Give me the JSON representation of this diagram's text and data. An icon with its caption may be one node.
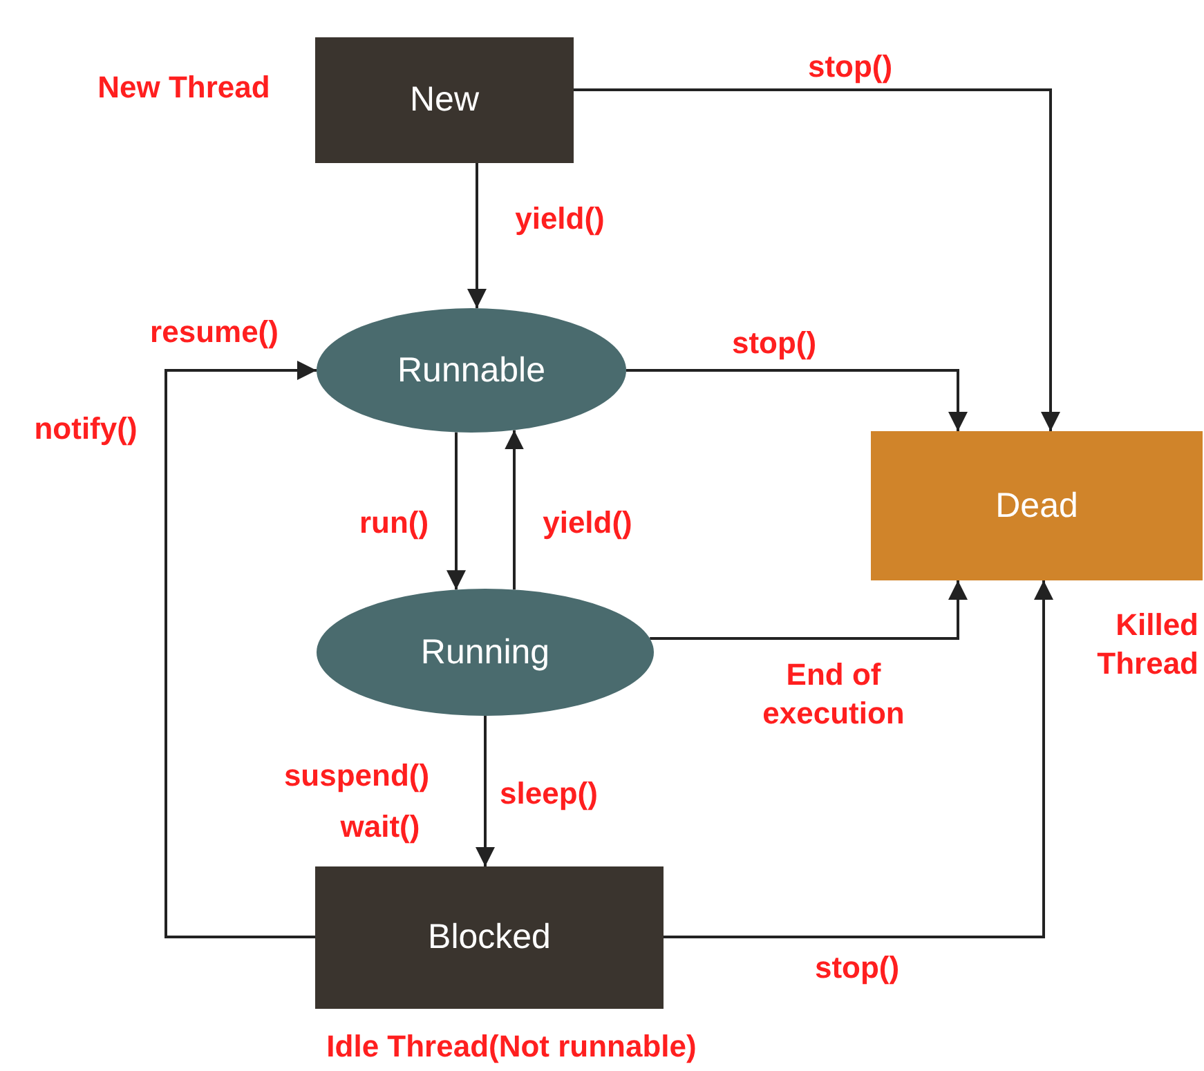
{
  "diagram": {
    "nodes": [
      {
        "text": [
          "New"
        ],
        "beside": [
          "New Thread"
        ]
      },
      {
        "text": [
          "Runnable"
        ]
      },
      {
        "text": [
          "Running"
        ]
      },
      {
        "text": [
          "Dead"
        ],
        "beside": [
          "Killed Thread"
        ]
      },
      {
        "text": [
          "Blocked"
        ],
        "beside": [
          "Idle Thread(Not runnable)"
        ]
      }
    ],
    "edges": [
      {
        "from": 0,
        "to": 3,
        "arrow": "to",
        "label": "stop()"
      },
      {
        "from": 0,
        "to": 1,
        "arrow": "to",
        "label": "yield()"
      },
      {
        "from": 1,
        "to": 3,
        "arrow": "to",
        "label": "stop()"
      },
      {
        "from": 1,
        "to": 2,
        "arrow": "to",
        "label": "run()"
      },
      {
        "from": 2,
        "to": 1,
        "arrow": "to",
        "label": "yield()"
      },
      {
        "from": 2,
        "to": 3,
        "arrow": "to",
        "label": "End of execution"
      },
      {
        "from": 2,
        "to": 4,
        "arrow": "to",
        "label": "sleep()"
      },
      {
        "from": 4,
        "to": 1,
        "arrow": "to",
        "label": "resume()"
      },
      {
        "from": 4,
        "to": 3,
        "arrow": "to",
        "label": "stop()"
      }
    ],
    "labels": [
      "notify()",
      "suspend()",
      "wait()"
    ]
  }
}
